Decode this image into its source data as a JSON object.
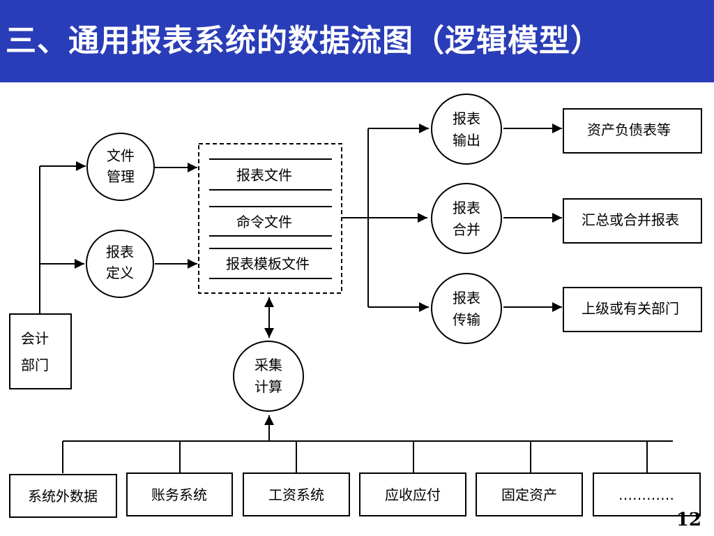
{
  "title": "三、通用报表系统的数据流图（逻辑模型）",
  "page_number": "12",
  "nodes": {
    "kuaiji_bumen": [
      "会计",
      "部门"
    ],
    "wenjian_guanli": [
      "文件",
      "管理"
    ],
    "baobiao_dingyi": [
      "报表",
      "定义"
    ],
    "caiji_jisuan": [
      "采集",
      "计算"
    ],
    "baobiao_shuchu": [
      "报表",
      "输出"
    ],
    "baobiao_hebing": [
      "报表",
      "合并"
    ],
    "baobiao_chuanshu": [
      "报表",
      "传输"
    ]
  },
  "data_store": {
    "items": [
      "报表文件",
      "命令文件",
      "报表模板文件"
    ]
  },
  "outputs": [
    "资产负债表等",
    "汇总或合并报表",
    "上级或有关部门"
  ],
  "sources": [
    "系统外数据",
    "账务系统",
    "工资系统",
    "应收应付",
    "固定资产",
    "…………"
  ],
  "colors": {
    "header_bg": "#2a3db8",
    "header_text": "#ffffff",
    "line": "#000000"
  }
}
